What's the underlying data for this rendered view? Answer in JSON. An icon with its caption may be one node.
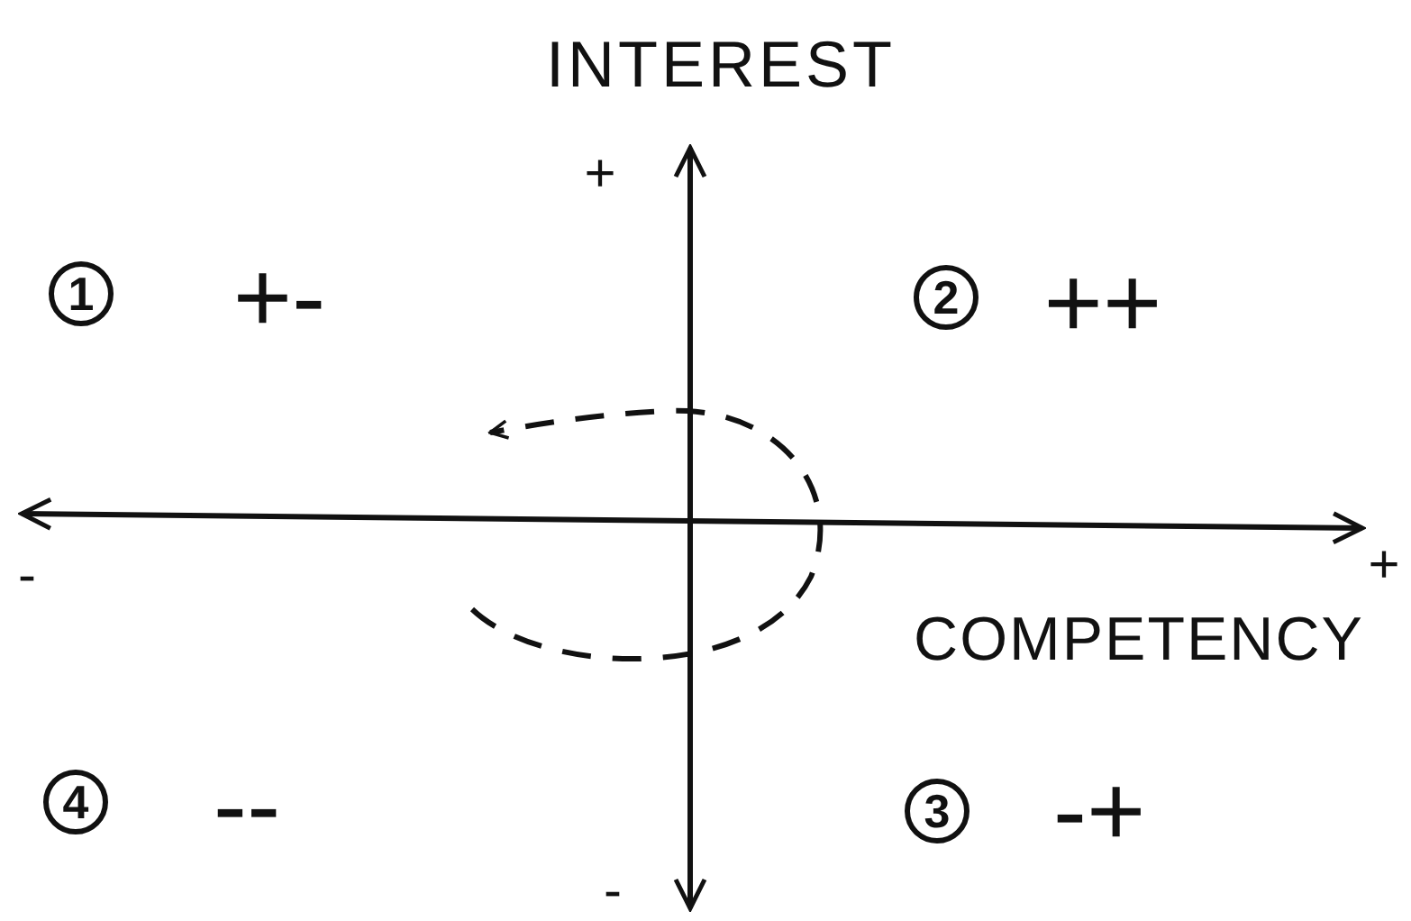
{
  "diagram": {
    "labels": [
      "INTEREST",
      "+",
      "1",
      "+-",
      "2",
      "++",
      "-",
      "+",
      "COMPETENCY",
      "4",
      "--",
      "3",
      "-+",
      "-"
    ]
  }
}
